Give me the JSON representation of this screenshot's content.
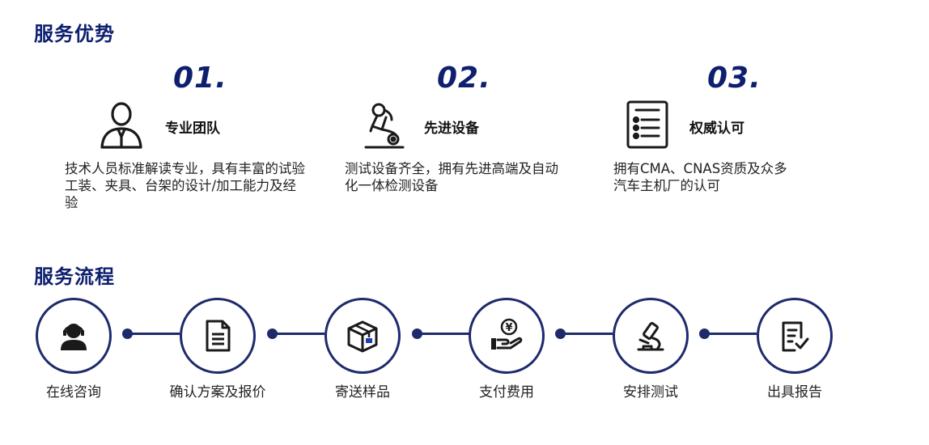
{
  "advantages": {
    "title": "服务优势",
    "items": [
      {
        "number": "01.",
        "name": "专业团队",
        "icon": "person-icon",
        "desc": "技术人员标准解读专业，具有丰富的试验工装、夹具、台架的设计/加工能力及经验"
      },
      {
        "number": "02.",
        "name": "先进设备",
        "icon": "microscope-icon",
        "desc": "测试设备齐全，拥有先进高端及自动化一体检测设备"
      },
      {
        "number": "03.",
        "name": "权威认可",
        "icon": "checklist-icon",
        "desc": "拥有CMA、CNAS资质及众多汽车主机厂的认可"
      }
    ]
  },
  "process": {
    "title": "服务流程",
    "steps": [
      {
        "label": "在线咨询",
        "icon": "customer-service-icon"
      },
      {
        "label": "确认方案及报价",
        "icon": "document-icon"
      },
      {
        "label": "寄送样品",
        "icon": "package-icon"
      },
      {
        "label": "支付费用",
        "icon": "payment-icon"
      },
      {
        "label": "安排测试",
        "icon": "microscope-icon"
      },
      {
        "label": "出具报告",
        "icon": "report-icon"
      }
    ]
  },
  "colors": {
    "primary": "#0d1f6e",
    "line": "#1e2a6b",
    "accent": "#1f3fb0"
  }
}
